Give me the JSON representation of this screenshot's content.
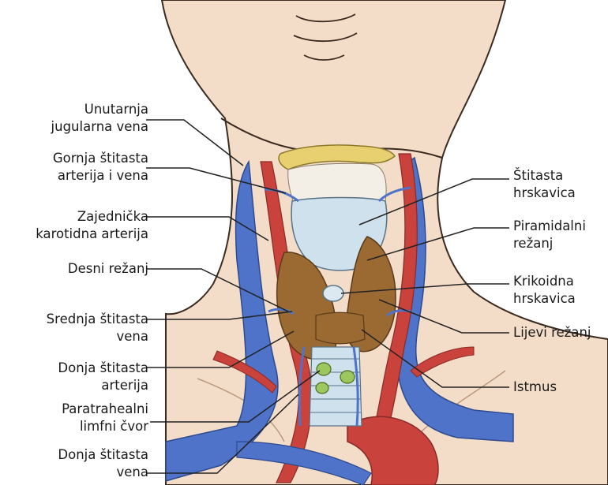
{
  "diagram": {
    "labels_left": [
      {
        "id": "unutarnja-jugularna-vena",
        "lines": [
          "Unutarnja",
          "jugularna vena"
        ]
      },
      {
        "id": "gornja-stitasta-arterija-i-vena",
        "lines": [
          "Gornja štitasta",
          "arterija i vena"
        ]
      },
      {
        "id": "zajednicka-karotidna-arterija",
        "lines": [
          "Zajednička",
          "karotidna arterija"
        ]
      },
      {
        "id": "desni-rezanj",
        "lines": [
          "Desni režanj"
        ]
      },
      {
        "id": "srednja-stitasta-vena",
        "lines": [
          "Srednja štitasta",
          "vena"
        ]
      },
      {
        "id": "donja-stitasta-arterija",
        "lines": [
          "Donja štitasta",
          "arterija"
        ]
      },
      {
        "id": "paratrahealni-limfni-cvor",
        "lines": [
          "Paratrahealni",
          "limfni čvor"
        ]
      },
      {
        "id": "donja-stitasta-vena",
        "lines": [
          "Donja štitasta",
          "vena"
        ]
      }
    ],
    "labels_right": [
      {
        "id": "stitasta-hrskavica",
        "lines": [
          "Štitasta",
          "hrskavica"
        ]
      },
      {
        "id": "piramidalni-rezanj",
        "lines": [
          "Piramidalni",
          "režanj"
        ]
      },
      {
        "id": "krikoidna-hrskavica",
        "lines": [
          "Krikoidna",
          "hrskavica"
        ]
      },
      {
        "id": "lijevi-rezanj",
        "lines": [
          "Lijevi režanj"
        ]
      },
      {
        "id": "istmus",
        "lines": [
          "Istmus"
        ]
      }
    ]
  },
  "colors": {
    "skin": "#f4ddc8",
    "skin_outline": "#3a2a20",
    "vein": "#4e73c9",
    "artery": "#c9423c",
    "thyroid": "#9a6a32",
    "cartilage": "#cfe1ec",
    "hyoid": "#e8d070",
    "lymph_node": "#9cc65e",
    "leader_line": "#222222"
  }
}
